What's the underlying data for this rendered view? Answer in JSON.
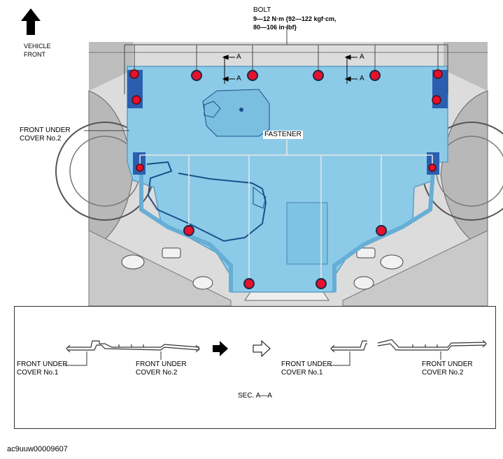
{
  "direction": {
    "line1": "VEHICLE",
    "line2": "FRONT"
  },
  "bolt": {
    "title": "BOLT",
    "torque_line1": "9—12 N·m {92—122 kgf·cm,",
    "torque_line2": "80—106 in·lbf}"
  },
  "section_markers": {
    "letter": "A"
  },
  "front_under_cover_no2": {
    "line1": "FRONT UNDER",
    "line2": "COVER No.2"
  },
  "fastener": {
    "label": "FASTENER"
  },
  "section_view": {
    "title": "SEC. A—A",
    "left_cover1": {
      "line1": "FRONT UNDER",
      "line2": "COVER No.1"
    },
    "left_cover2": {
      "line1": "FRONT UNDER",
      "line2": "COVER No.2"
    },
    "right_cover1": {
      "line1": "FRONT UNDER",
      "line2": "COVER No.1"
    },
    "right_cover2": {
      "line1": "FRONT UNDER",
      "line2": "COVER No.2"
    }
  },
  "figure_id": "ac9uuw00009607",
  "colors": {
    "cover": "#8ccbe8",
    "cover_outline": "#1b4f8a",
    "fastener_dot": "#e8102a",
    "bracket": "#2a5fb0"
  }
}
